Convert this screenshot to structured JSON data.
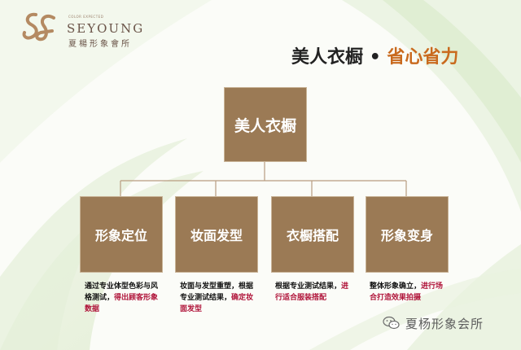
{
  "logo": {
    "small_text": "COLOR EXPECTED",
    "name_en": "SEYOUNG",
    "name_cn": "夏楊形象會所"
  },
  "headline": {
    "main": "美人衣橱",
    "separator": "•",
    "accent": "省心省力"
  },
  "diagram": {
    "root": "美人衣橱",
    "children": [
      {
        "label": "形象定位",
        "desc_normal": "通过专业体型色彩与风格测试，",
        "desc_emph": "得出顾客形象数据"
      },
      {
        "label": "妆面发型",
        "desc_normal": "妆面与发型重塑，根据专业测试结果，",
        "desc_emph": "确定妆面发型"
      },
      {
        "label": "衣橱搭配",
        "desc_normal": "根据专业测试结果，",
        "desc_emph": "进行适合服装搭配"
      },
      {
        "label": "形象变身",
        "desc_normal": "整体形象确立，",
        "desc_emph": "进行场合打造效果拍摄"
      }
    ]
  },
  "watermark": {
    "text": "夏杨形象会所"
  },
  "colors": {
    "box": "#9b7a55",
    "accent": "#c96a1e",
    "emphasis": "#b0143a"
  }
}
